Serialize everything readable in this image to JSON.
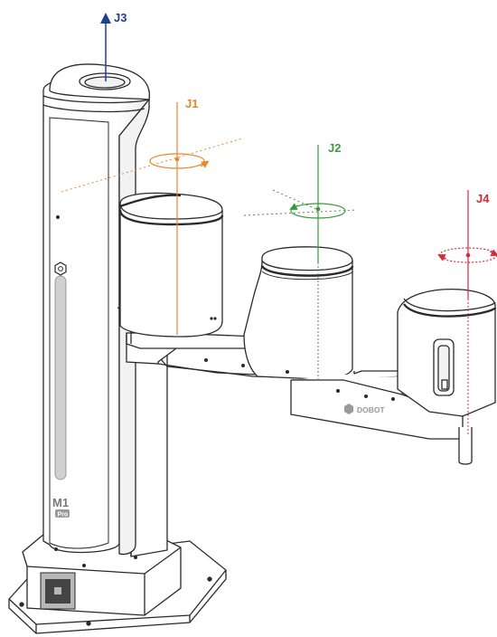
{
  "axes": [
    {
      "key": "j1",
      "label": "J1",
      "color": "#e8862a"
    },
    {
      "key": "j2",
      "label": "J2",
      "color": "#3a9a3a"
    },
    {
      "key": "j3",
      "label": "J3",
      "color": "#1f3f8f"
    },
    {
      "key": "j4",
      "label": "J4",
      "color": "#d02c3c"
    }
  ],
  "robot": {
    "model_main": "M1",
    "model_sub": "Pro",
    "brand": "DOBOT"
  },
  "colors": {
    "outline": "#2a2a2a",
    "body_fill": "#ffffff",
    "panel": "#d9d9d9",
    "panel_dark": "#b8b8b8",
    "shade": "#f2f2f2"
  }
}
